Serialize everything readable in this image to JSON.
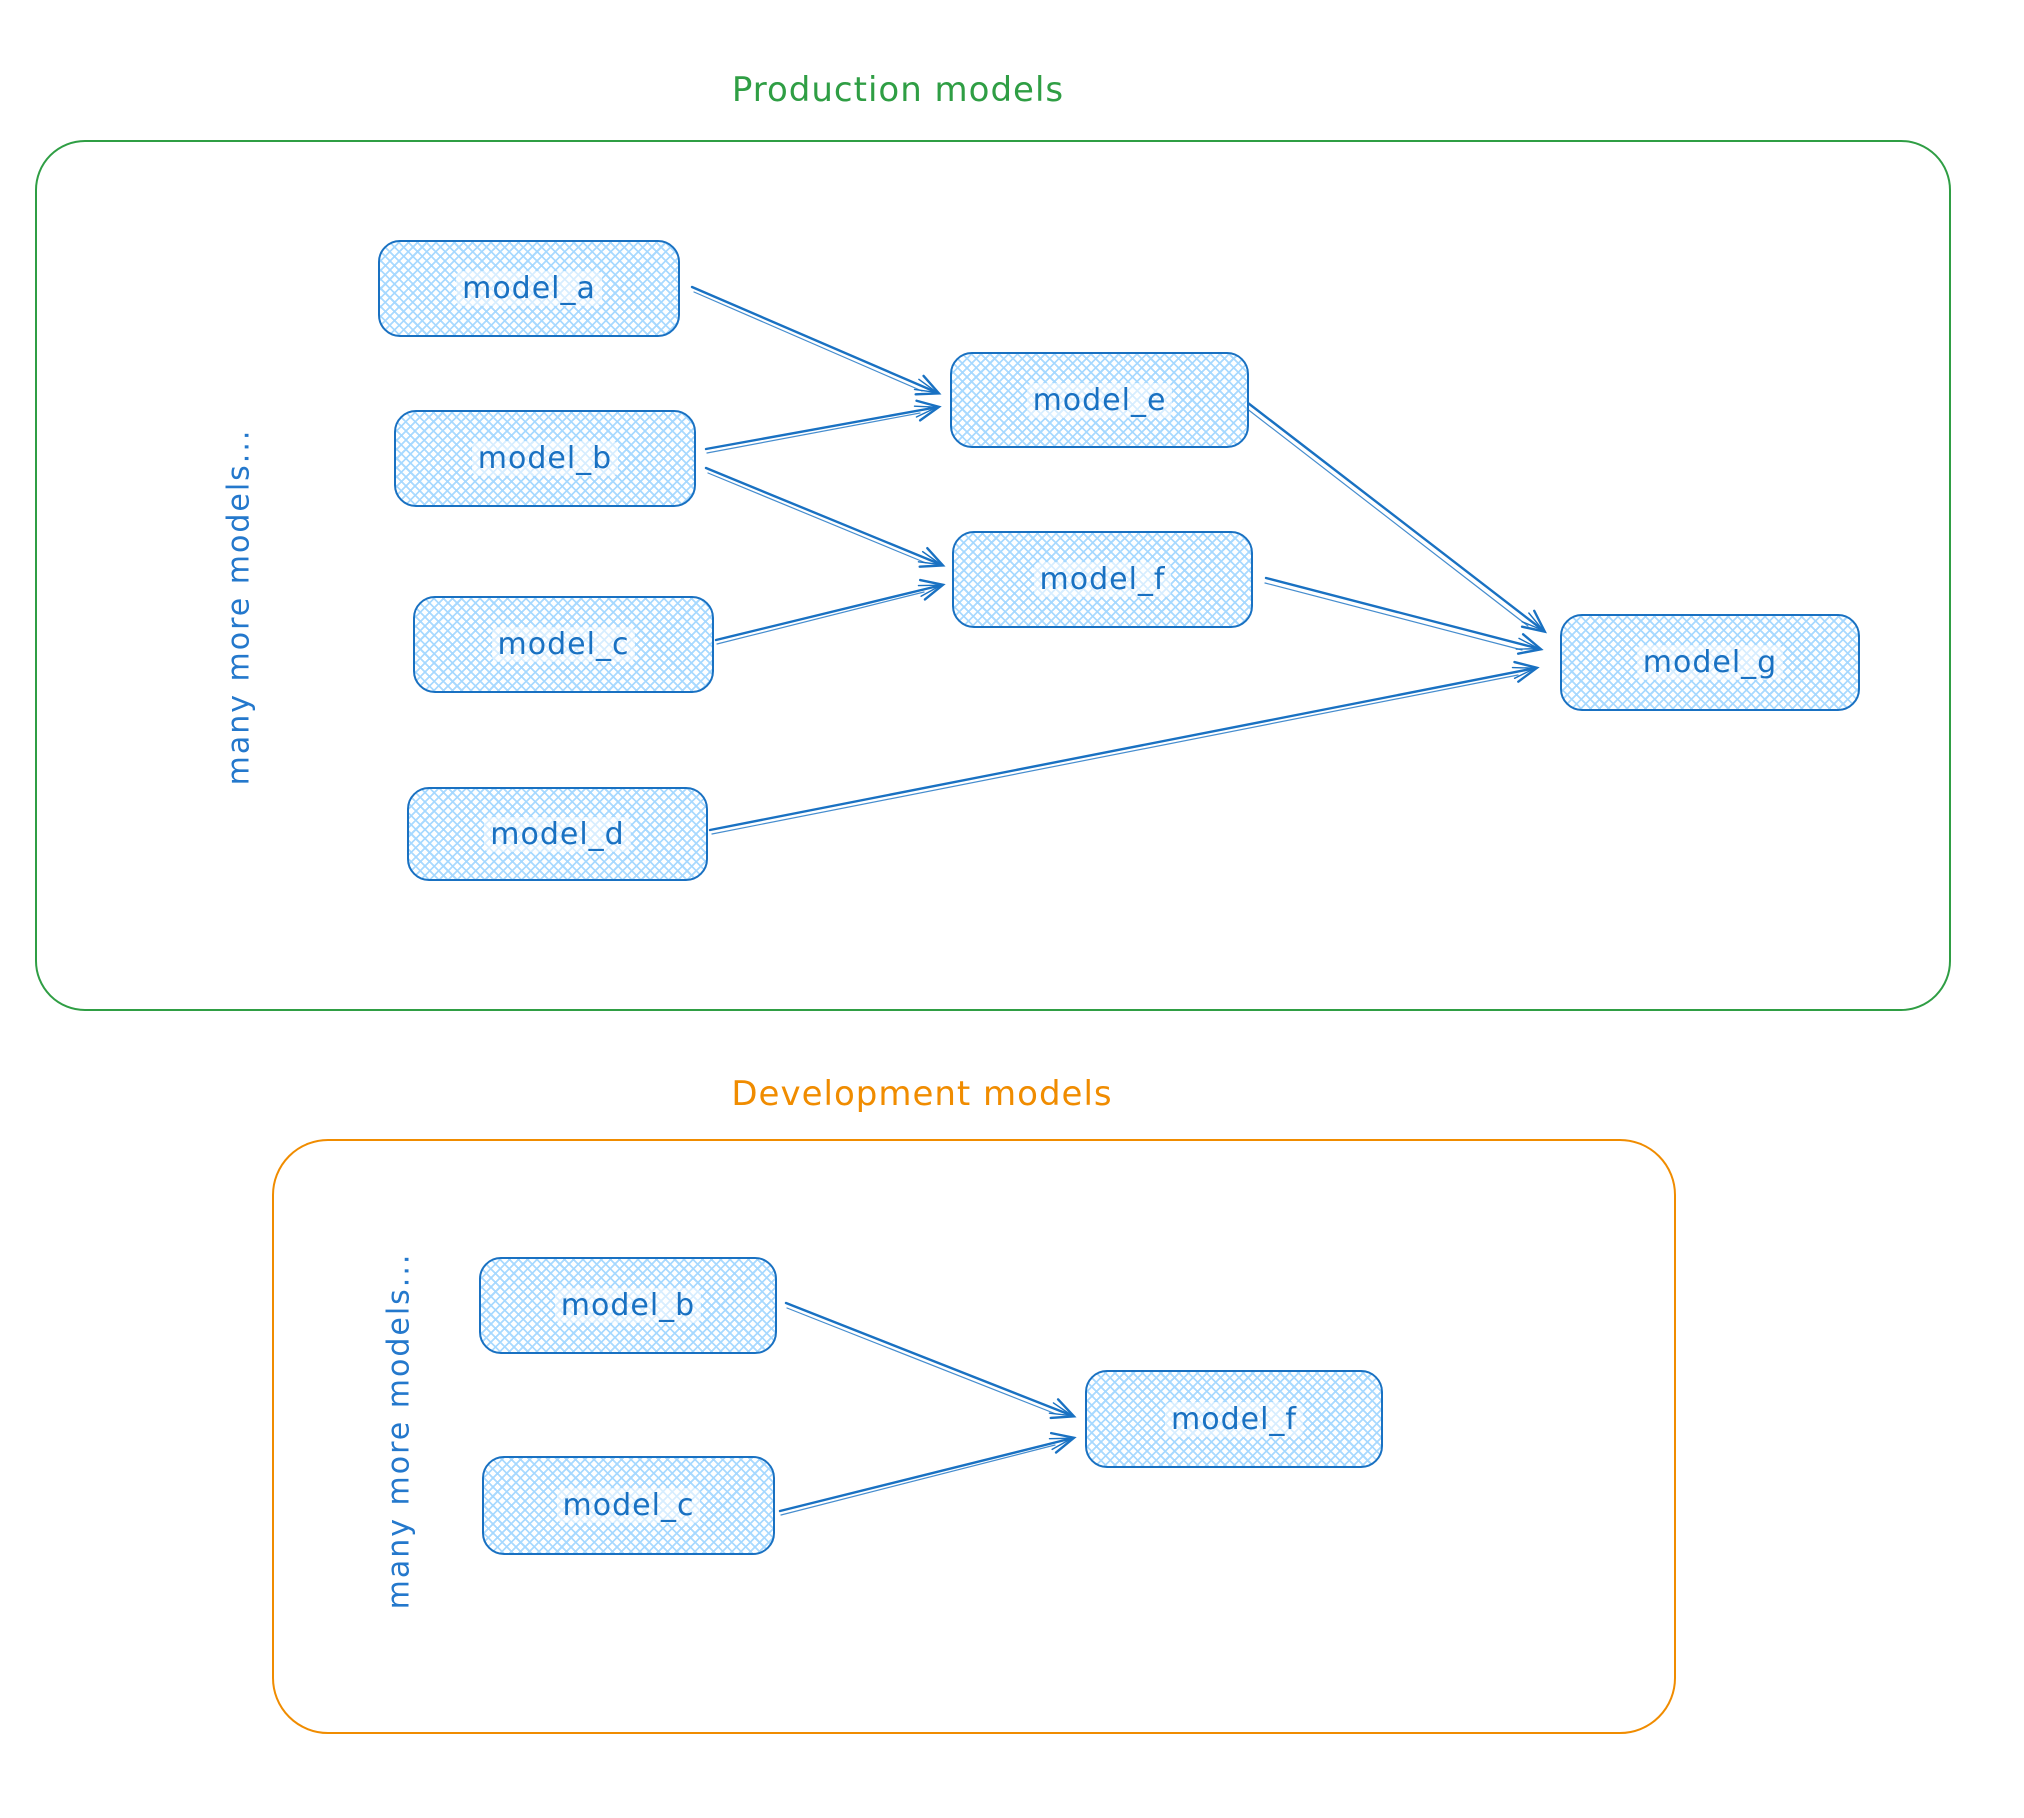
{
  "palette": {
    "node_border": "#1971c2",
    "node_fill_hatch": "#a5d8ff",
    "node_text": "#1971c2",
    "arrow": "#1971c2",
    "production_accent": "#2f9e44",
    "development_accent": "#f08c00",
    "background": "#ffffff"
  },
  "production": {
    "title": "Production models",
    "side_label": "many more models...",
    "nodes": [
      {
        "id": "model_a",
        "label": "model_a"
      },
      {
        "id": "model_b",
        "label": "model_b"
      },
      {
        "id": "model_c",
        "label": "model_c"
      },
      {
        "id": "model_d",
        "label": "model_d"
      },
      {
        "id": "model_e",
        "label": "model_e"
      },
      {
        "id": "model_f",
        "label": "model_f"
      },
      {
        "id": "model_g",
        "label": "model_g"
      }
    ],
    "edges": [
      {
        "from": "model_a",
        "to": "model_e"
      },
      {
        "from": "model_b",
        "to": "model_e"
      },
      {
        "from": "model_b",
        "to": "model_f"
      },
      {
        "from": "model_c",
        "to": "model_f"
      },
      {
        "from": "model_e",
        "to": "model_g"
      },
      {
        "from": "model_f",
        "to": "model_g"
      },
      {
        "from": "model_d",
        "to": "model_g"
      }
    ]
  },
  "development": {
    "title": "Development models",
    "side_label": "many more models...",
    "nodes": [
      {
        "id": "model_b",
        "label": "model_b"
      },
      {
        "id": "model_c",
        "label": "model_c"
      },
      {
        "id": "model_f",
        "label": "model_f"
      }
    ],
    "edges": [
      {
        "from": "model_b",
        "to": "model_f"
      },
      {
        "from": "model_c",
        "to": "model_f"
      }
    ]
  }
}
